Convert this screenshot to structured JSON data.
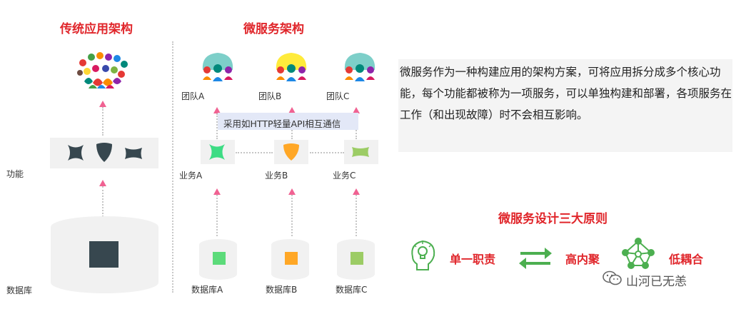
{
  "left": {
    "title": "传统应用架构",
    "func_label": "功能",
    "db_label": "数据库"
  },
  "middle": {
    "title": "微服务架构",
    "comm_label": "采用如HTTP轻量API相互通信",
    "teams": [
      "团队A",
      "团队B",
      "团队C"
    ],
    "services": [
      "业务A",
      "业务B",
      "业务C"
    ],
    "databases": [
      "数据库A",
      "数据库B",
      "数据库C"
    ]
  },
  "right": {
    "description": "微服务作为一种构建应用的架构方案，可将应用拆分成多个核心功能，每个功能都被称为一项服务，可以单独构建和部署，各项服务在工作（和出现故障）时不会相互影响。",
    "principles_title": "微服务设计三大原则",
    "principles": [
      "单一职责",
      "高内聚",
      "低耦合"
    ]
  },
  "watermark": "山河已无恙",
  "colors": {
    "title_red": "#e0262b",
    "arrow_pink": "#f06292",
    "service_a": "#3ddc84",
    "service_b": "#ffa726",
    "service_c": "#9ccc65",
    "db_a": "#5cdb7a",
    "db_b": "#ffa726",
    "db_c": "#9ccc65",
    "team_teal": "#7dcfc9",
    "team_yellow": "#ffeb3b",
    "monolith_dark": "#37474f",
    "icon_green": "#4caf50",
    "comm_bar": "#e3e8f7"
  }
}
